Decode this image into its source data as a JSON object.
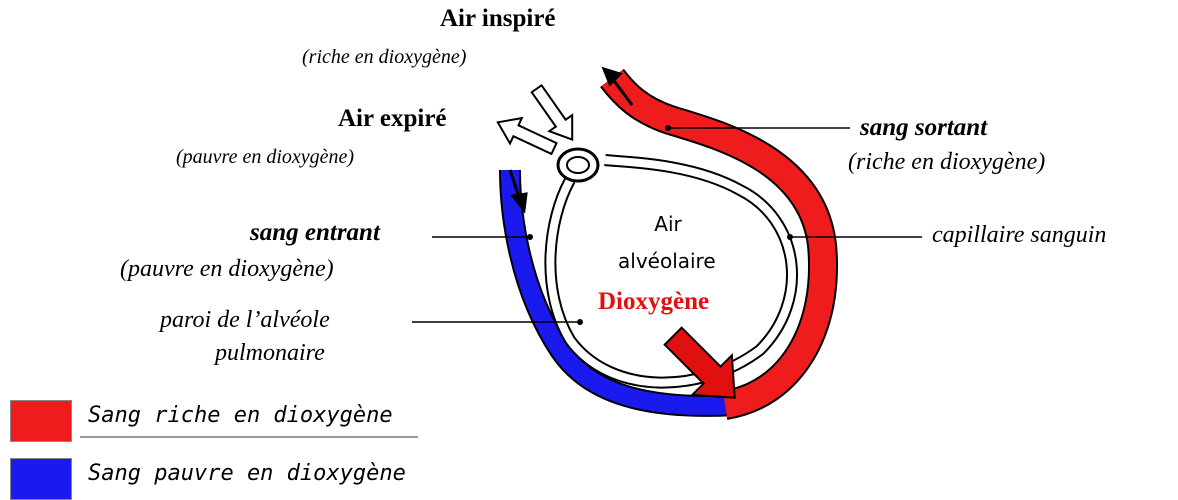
{
  "labels": {
    "air_inspire": "Air inspiré",
    "air_inspire_note": "(riche en dioxygène)",
    "air_expire": "Air expiré",
    "air_expire_note": "(pauvre en dioxygène)",
    "sang_entrant": "sang entrant",
    "sang_entrant_note": "(pauvre en dioxygène)",
    "paroi_line1": "paroi de l’alvéole",
    "paroi_line2": "pulmonaire",
    "sang_sortant": "sang sortant",
    "sang_sortant_note": "(riche en dioxygène)",
    "capillaire": "capillaire sanguin",
    "air_alveolaire_line1": "Air",
    "air_alveolaire_line2": "alvéolaire",
    "dioxygene": "Dioxygène"
  },
  "legend": [
    {
      "label": "Sang riche en dioxygène",
      "color": "#ee1c1c"
    },
    {
      "label": "Sang pauvre en dioxygène",
      "color": "#1a1aee"
    }
  ],
  "colors": {
    "oxygen_rich": "#ee1c1c",
    "oxygen_poor": "#1a1aee",
    "oxygen_text": "#e01010",
    "outline": "#000000"
  },
  "icons": [
    "air-in-arrow-icon",
    "air-out-arrow-icon",
    "blood-flow-arrow-icon",
    "oxygen-diffusion-arrow-icon"
  ]
}
